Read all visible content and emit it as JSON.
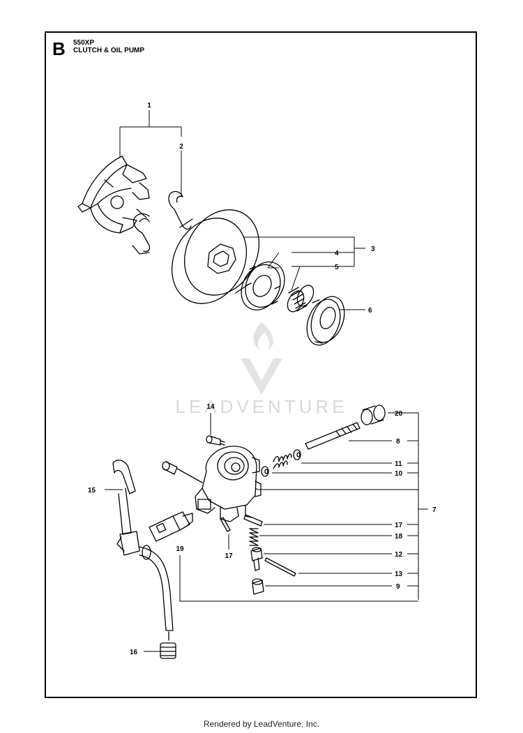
{
  "header": {
    "section_letter": "B",
    "model": "550XP",
    "title": "CLUTCH & OIL PUMP"
  },
  "watermark": {
    "text": "LEADVENTURE",
    "icon": "flame-v-logo-icon"
  },
  "callouts": {
    "c1": "1",
    "c2": "2",
    "c3": "3",
    "c4": "4",
    "c5": "5",
    "c6": "6",
    "c7": "7",
    "c8": "8",
    "c9": "9",
    "c10": "10",
    "c11": "11",
    "c12": "12",
    "c13": "13",
    "c14": "14",
    "c15": "15",
    "c16": "16",
    "c17a": "17",
    "c17b": "17",
    "c18": "18",
    "c19": "19",
    "c20": "20"
  },
  "footer": {
    "text": "Rendered by LeadVenture, Inc."
  }
}
